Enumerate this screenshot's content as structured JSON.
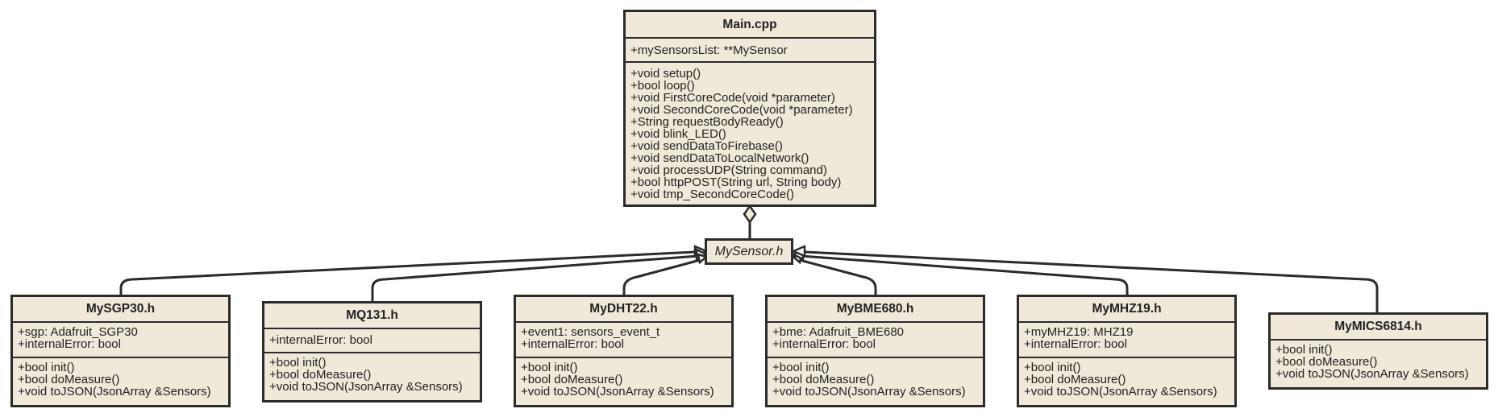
{
  "diagram": {
    "main_class": {
      "name": "Main.cpp",
      "attributes": [
        "+mySensorsList: **MySensor"
      ],
      "methods": [
        "+void setup()",
        "+bool loop()",
        "+void FirstCoreCode(void *parameter)",
        "+void SecondCoreCode(void *parameter)",
        "+String requestBodyReady()",
        "+void blink_LED()",
        "+void sendDataToFirebase()",
        "+void sendDataToLocalNetwork()",
        "+void processUDP(String command)",
        "+bool httpPOST(String url, String body)",
        "+void tmp_SecondCoreCode()"
      ]
    },
    "interface": {
      "name": "MySensor.h"
    },
    "sensors": [
      {
        "name": "MySGP30.h",
        "attributes": [
          "+sgp: Adafruit_SGP30",
          "+internalError: bool"
        ],
        "methods": [
          "+bool init()",
          "+bool doMeasure()",
          "+void toJSON(JsonArray &Sensors)"
        ]
      },
      {
        "name": "MQ131.h",
        "attributes": [
          "+internalError: bool"
        ],
        "methods": [
          "+bool init()",
          "+bool doMeasure()",
          "+void toJSON(JsonArray &Sensors)"
        ]
      },
      {
        "name": "MyDHT22.h",
        "attributes": [
          "+event1: sensors_event_t",
          "+internalError: bool"
        ],
        "methods": [
          "+bool init()",
          "+bool doMeasure()",
          "+void toJSON(JsonArray &Sensors)"
        ]
      },
      {
        "name": "MyBME680.h",
        "attributes": [
          "+bme: Adafruit_BME680",
          "+internalError: bool"
        ],
        "methods": [
          "+bool init()",
          "+bool doMeasure()",
          "+void toJSON(JsonArray &Sensors)"
        ]
      },
      {
        "name": "MyMHZ19.h",
        "attributes": [
          "+myMHZ19: MHZ19",
          "+internalError: bool"
        ],
        "methods": [
          "+bool init()",
          "+bool doMeasure()",
          "+void toJSON(JsonArray &Sensors)"
        ]
      },
      {
        "name": "MyMICS6814.h",
        "attributes": [],
        "methods": [
          "+bool init()",
          "+bool doMeasure()",
          "+void toJSON(JsonArray &Sensors)"
        ]
      }
    ]
  }
}
